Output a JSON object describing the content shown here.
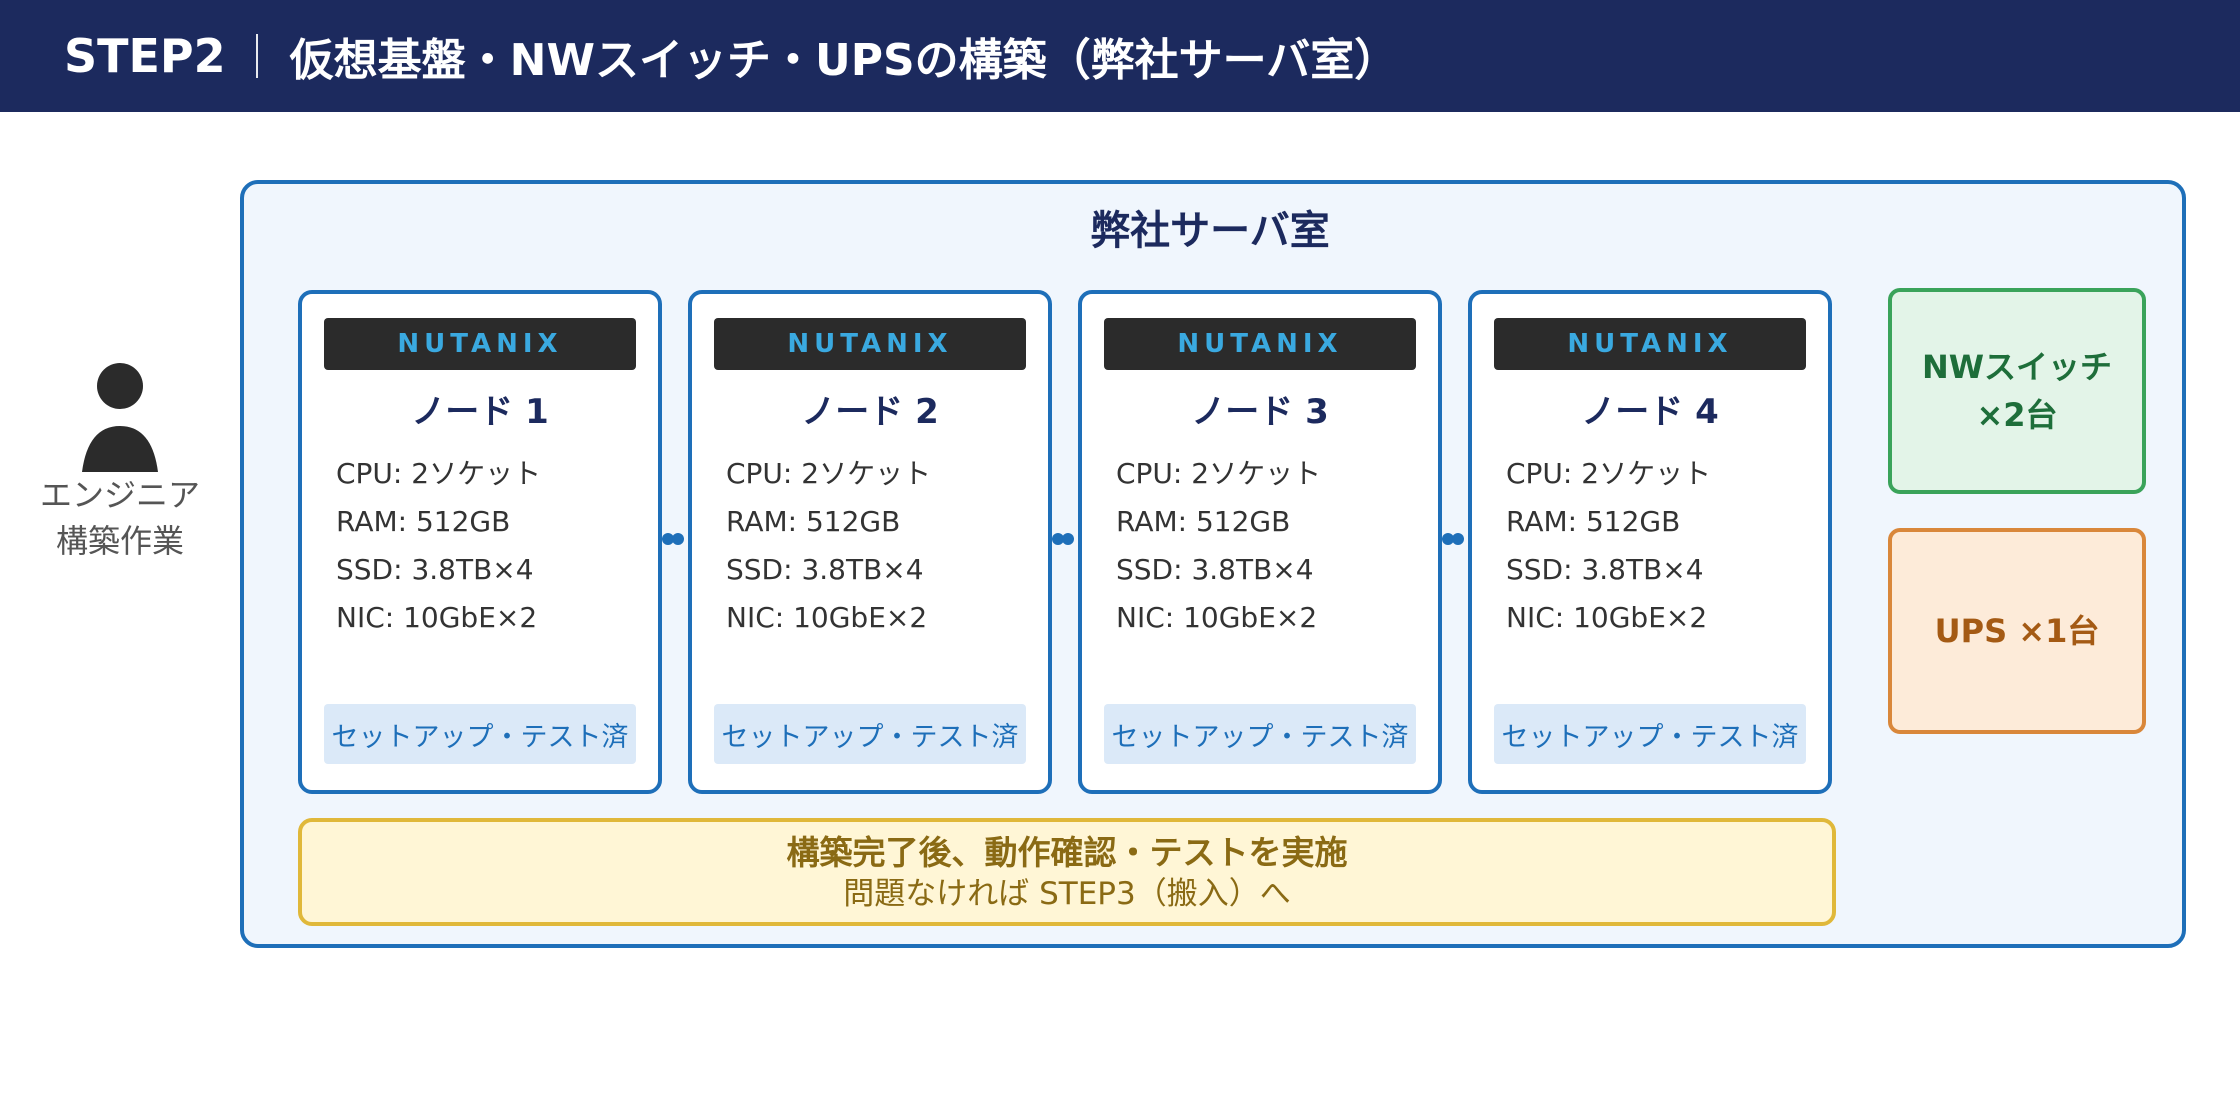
{
  "header": {
    "step": "STEP2",
    "title": "仮想基盤・NWスイッチ・UPSの構築（弊社サーバ室）"
  },
  "engineer": {
    "label": "エンジニア\n構築作業"
  },
  "room": {
    "title": "弊社サーバ室"
  },
  "nodes": [
    {
      "brand": "NUTANIX",
      "name": "ノード 1",
      "specs": [
        "CPU: 2ソケット",
        "RAM: 512GB",
        "SSD: 3.8TB×4",
        "NIC: 10GbE×2"
      ],
      "status": "セットアップ・テスト済"
    },
    {
      "brand": "NUTANIX",
      "name": "ノード 2",
      "specs": [
        "CPU: 2ソケット",
        "RAM: 512GB",
        "SSD: 3.8TB×4",
        "NIC: 10GbE×2"
      ],
      "status": "セットアップ・テスト済"
    },
    {
      "brand": "NUTANIX",
      "name": "ノード 3",
      "specs": [
        "CPU: 2ソケット",
        "RAM: 512GB",
        "SSD: 3.8TB×4",
        "NIC: 10GbE×2"
      ],
      "status": "セットアップ・テスト済"
    },
    {
      "brand": "NUTANIX",
      "name": "ノード 4",
      "specs": [
        "CPU: 2ソケット",
        "RAM: 512GB",
        "SSD: 3.8TB×4",
        "NIC: 10GbE×2"
      ],
      "status": "セットアップ・テスト済"
    }
  ],
  "switch": {
    "label": "NWスイッチ\n×2台"
  },
  "ups": {
    "label": "UPS ×1台"
  },
  "note": {
    "line1": "構築完了後、動作確認・テストを実施",
    "line2": "問題なければ STEP3（搬入）へ"
  },
  "colors": {
    "header_bg": "#1c2a5e",
    "accent_blue": "#1e6fb9",
    "nutanix_text": "#3aa9e0",
    "switch_green": "#3aa35a",
    "ups_orange": "#d9873a",
    "note_yellow": "#e0b83a"
  }
}
